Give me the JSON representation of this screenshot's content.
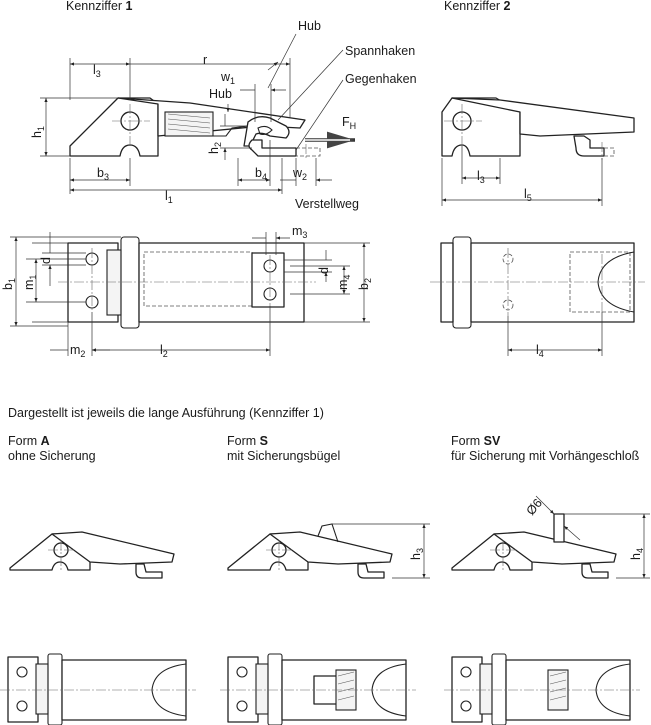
{
  "headers": {
    "kennziffer_prefix": "Kennziffer",
    "kennziffer_1_num": "1",
    "kennziffer_2_num": "2",
    "note": "Dargestellt ist jeweils die lange Ausführung (Kennziffer 1)"
  },
  "forms": [
    {
      "prefix": "Form",
      "code": "A",
      "desc": "ohne Sicherung"
    },
    {
      "prefix": "Form",
      "code": "S",
      "desc": "mit Sicherungsbügel"
    },
    {
      "prefix": "Form",
      "code": "SV",
      "desc": "für Sicherung mit Vorhängeschloß"
    }
  ],
  "callouts": {
    "hub_top": "Hub",
    "hub_inner": "Hub",
    "spannhaken": "Spannhaken",
    "gegenhaken": "Gegenhaken",
    "force": "F",
    "force_sub": "H",
    "verstellweg": "Verstellweg"
  },
  "dims": {
    "l3": "l",
    "l3_sub": "3",
    "r": "r",
    "w1": "w",
    "w1_sub": "1",
    "h1": "h",
    "h1_sub": "1",
    "h2": "h",
    "h2_sub": "2",
    "b3": "b",
    "b3_sub": "3",
    "b4": "b",
    "b4_sub": "4",
    "w2": "w",
    "w2_sub": "2",
    "l1": "l",
    "l1_sub": "1",
    "k2_l3": "l",
    "k2_l3_sub": "3",
    "l5": "l",
    "l5_sub": "5",
    "b1": "b",
    "b1_sub": "1",
    "m1": "m",
    "m1_sub": "1",
    "d_left": "d",
    "m3": "m",
    "m3_sub": "3",
    "d_right": "d",
    "m4": "m",
    "m4_sub": "4",
    "b2": "b",
    "b2_sub": "2",
    "m2": "m",
    "m2_sub": "2",
    "l2": "l",
    "l2_sub": "2",
    "l4": "l",
    "l4_sub": "4",
    "h3": "h",
    "h3_sub": "3",
    "phi6": "Ø6",
    "h4": "h",
    "h4_sub": "4"
  }
}
